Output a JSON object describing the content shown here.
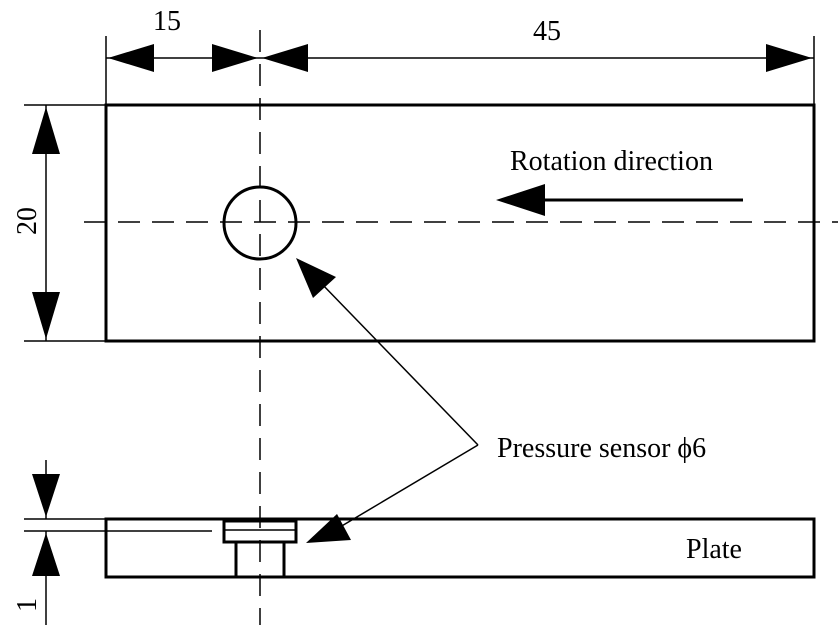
{
  "dimensions": {
    "offset": "15",
    "length": "45",
    "width": "20",
    "thickness": "1"
  },
  "labels": {
    "rotation": "Rotation direction",
    "sensor": "Pressure sensor ϕ6",
    "plate": "Plate"
  }
}
